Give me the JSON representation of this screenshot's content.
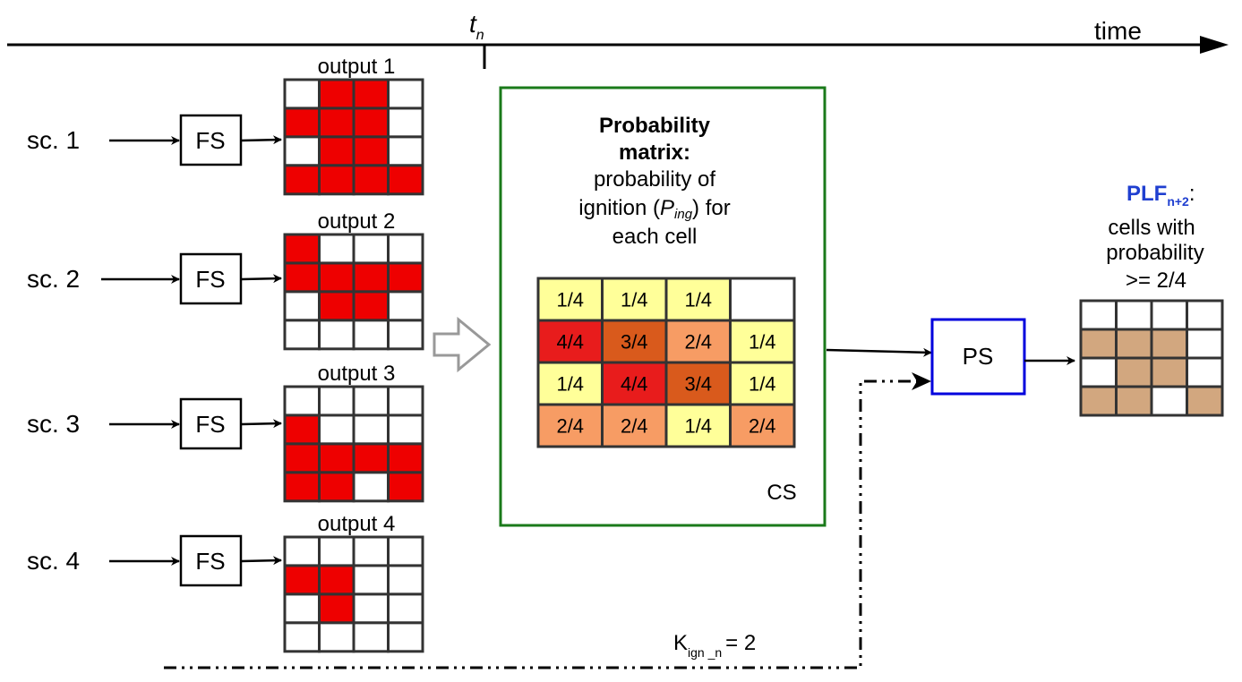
{
  "timeline": {
    "time_label": "time",
    "tn_main": "t",
    "tn_sub": "n"
  },
  "scenarios": [
    {
      "label": "sc. 1",
      "box": "FS",
      "output_label": "output 1",
      "grid": [
        [
          0,
          1,
          1,
          0
        ],
        [
          1,
          1,
          1,
          0
        ],
        [
          0,
          1,
          1,
          0
        ],
        [
          1,
          1,
          1,
          1
        ]
      ]
    },
    {
      "label": "sc. 2",
      "box": "FS",
      "output_label": "output 2",
      "grid": [
        [
          1,
          0,
          0,
          0
        ],
        [
          1,
          1,
          1,
          1
        ],
        [
          0,
          1,
          1,
          0
        ],
        [
          0,
          0,
          0,
          0
        ]
      ]
    },
    {
      "label": "sc. 3",
      "box": "FS",
      "output_label": "output 3",
      "grid": [
        [
          0,
          0,
          0,
          0
        ],
        [
          1,
          0,
          0,
          0
        ],
        [
          1,
          1,
          1,
          1
        ],
        [
          1,
          1,
          0,
          1
        ]
      ]
    },
    {
      "label": "sc. 4",
      "box": "FS",
      "output_label": "output 4",
      "grid": [
        [
          0,
          0,
          0,
          0
        ],
        [
          1,
          1,
          0,
          0
        ],
        [
          0,
          1,
          0,
          0
        ],
        [
          0,
          0,
          0,
          0
        ]
      ]
    }
  ],
  "cs": {
    "title_line1": "Probability",
    "title_line2": "matrix:",
    "desc_line1": "probability of",
    "desc_line2_a": "ignition (",
    "desc_line2_p": "P",
    "desc_line2_sub": "ing",
    "desc_line2_b": ") for",
    "desc_line3": "each cell",
    "label": "CS",
    "matrix": [
      [
        "1/4",
        "1/4",
        "1/4",
        ""
      ],
      [
        "4/4",
        "3/4",
        "2/4",
        "1/4"
      ],
      [
        "1/4",
        "4/4",
        "3/4",
        "1/4"
      ],
      [
        "2/4",
        "2/4",
        "1/4",
        "2/4"
      ]
    ],
    "colors": {
      "": "#ffffff",
      "1/4": "#ffff99",
      "2/4": "#f79c64",
      "3/4": "#d95a1c",
      "4/4": "#e81c1c"
    }
  },
  "ps": {
    "label": "PS"
  },
  "plf": {
    "title_main": "PLF",
    "title_sub": "n+2",
    "title_colon": ":",
    "line1": "cells with",
    "line2": "probability",
    "line3": ">= 2/4",
    "grid": [
      [
        0,
        0,
        0,
        0
      ],
      [
        1,
        1,
        1,
        0
      ],
      [
        0,
        1,
        1,
        0
      ],
      [
        1,
        1,
        0,
        1
      ]
    ],
    "fill_color": "#d2a77f"
  },
  "kign": {
    "main": "K",
    "sub": "ign _n",
    "value": "= 2"
  },
  "colors": {
    "burned": "#ee0000",
    "cs_border": "#1a7a1a",
    "ps_border": "#0000dd",
    "plf_title": "#1f3fd0"
  }
}
